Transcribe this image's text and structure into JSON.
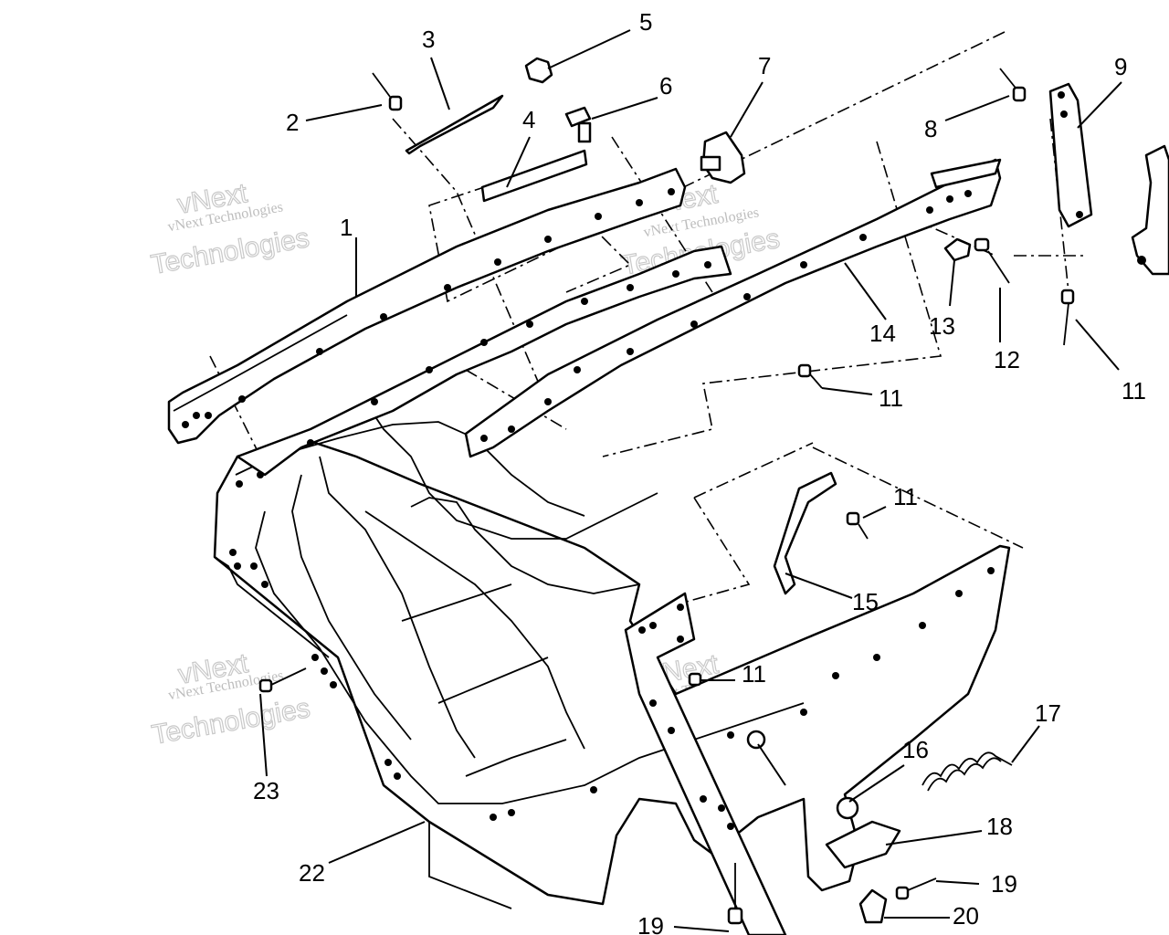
{
  "callouts": [
    {
      "id": "1",
      "text": "1"
    },
    {
      "id": "2",
      "text": "2"
    },
    {
      "id": "3",
      "text": "3"
    },
    {
      "id": "4",
      "text": "4"
    },
    {
      "id": "5",
      "text": "5"
    },
    {
      "id": "6",
      "text": "6"
    },
    {
      "id": "7",
      "text": "7"
    },
    {
      "id": "8",
      "text": "8"
    },
    {
      "id": "9",
      "text": "9"
    },
    {
      "id": "11a",
      "text": "11"
    },
    {
      "id": "11b",
      "text": "11"
    },
    {
      "id": "11c",
      "text": "11"
    },
    {
      "id": "11d",
      "text": "11"
    },
    {
      "id": "12",
      "text": "12"
    },
    {
      "id": "13",
      "text": "13"
    },
    {
      "id": "14",
      "text": "14"
    },
    {
      "id": "15",
      "text": "15"
    },
    {
      "id": "16",
      "text": "16"
    },
    {
      "id": "17",
      "text": "17"
    },
    {
      "id": "18",
      "text": "18"
    },
    {
      "id": "19a",
      "text": "19"
    },
    {
      "id": "19b",
      "text": "19"
    },
    {
      "id": "20",
      "text": "20"
    },
    {
      "id": "22",
      "text": "22"
    },
    {
      "id": "23",
      "text": "23"
    }
  ],
  "watermark": {
    "line1": "vNext",
    "line2": "vNext Technologies",
    "line3": "Technologies"
  }
}
